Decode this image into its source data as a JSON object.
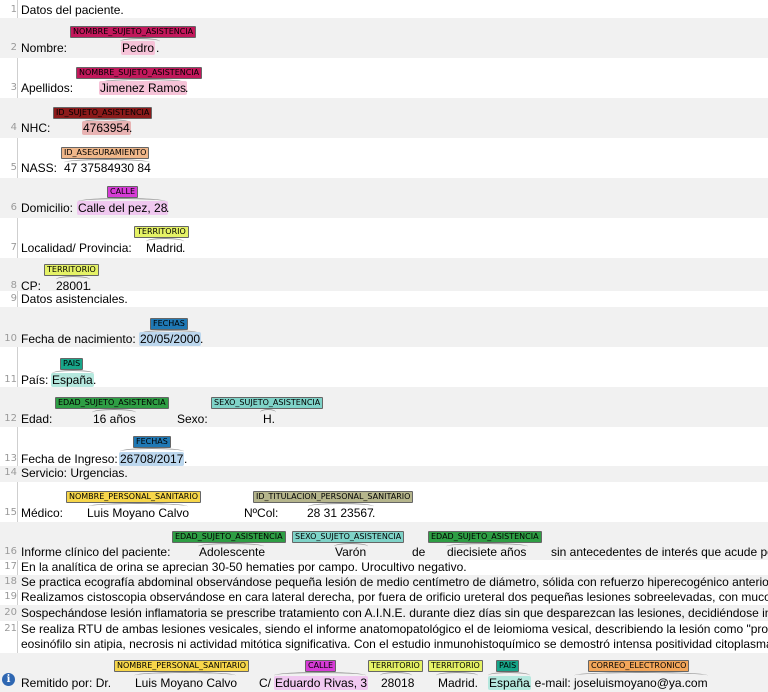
{
  "colors": {
    "nombre_sujeto": "#c2185b",
    "id_sujeto": "#8b1a1a",
    "id_aseguramiento": "#f0b78a",
    "calle": "#d63bd6",
    "territorio": "#e5f266",
    "fechas": "#1f78b4",
    "pais": "#17a589",
    "edad": "#2e9e44",
    "sexo": "#7fd3c8",
    "nombre_sanitario": "#f7d64a",
    "id_titulacion": "#b5b58c",
    "correo": "#f2a65a"
  },
  "lines": {
    "l1": {
      "num": "1",
      "text": "Datos del paciente."
    },
    "l2": {
      "num": "2",
      "label": "Nombre:",
      "label_tag": "NOMBRE_SUJETO_ASISTENCIA",
      "value": "Pedro",
      "suffix": "."
    },
    "l3": {
      "num": "3",
      "label": "Apellidos:",
      "label_tag": "NOMBRE_SUJETO_ASISTENCIA",
      "value": "Jimenez Ramos",
      "suffix": "."
    },
    "l4": {
      "num": "4",
      "label": "NHC:",
      "label_tag": "ID_SUJETO_ASISTENCIA",
      "value": "4763954",
      "suffix": "."
    },
    "l5": {
      "num": "5",
      "label": "NASS:",
      "label_tag": "ID_ASEGURAMIENTO",
      "value": "47 37584930 84",
      "suffix": "."
    },
    "l6": {
      "num": "6",
      "label": "Domicilio:",
      "label_tag": "CALLE",
      "value": "Calle del pez, 28",
      "suffix": "."
    },
    "l7": {
      "num": "7",
      "label": "Localidad/ Provincia:",
      "label_tag": "TERRITORIO",
      "value": "Madrid",
      "suffix": "."
    },
    "l8": {
      "num": "8",
      "label": "CP:",
      "label_tag": "TERRITORIO",
      "value": "28001",
      "suffix": "."
    },
    "l9": {
      "num": "9",
      "text": "Datos asistenciales."
    },
    "l10": {
      "num": "10",
      "label": "Fecha de nacimiento:",
      "label_tag": "FECHAS",
      "value": "20/05/2000",
      "suffix": "."
    },
    "l11": {
      "num": "11",
      "label": "País:",
      "label_tag": "PAIS",
      "value": "España",
      "suffix": "."
    },
    "l12": {
      "num": "12",
      "label": "Edad:",
      "label_tag": "EDAD_SUJETO_ASISTENCIA",
      "value": "16 años",
      "label2": "Sexo:",
      "label_tag2": "SEXO_SUJETO_ASISTENCIA",
      "value2": "H."
    },
    "l13": {
      "num": "13",
      "label": "Fecha de Ingreso:",
      "label_tag": "FECHAS",
      "value": "26708/2017",
      "suffix": "."
    },
    "l14": {
      "num": "14",
      "text": "Servicio: Urgencias."
    },
    "l15": {
      "num": "15",
      "label": "Médico:",
      "label_tag": "NOMBRE_PERSONAL_SANITARIO",
      "value": "Luis Moyano Calvo",
      "label2": "NºCol:",
      "label_tag2": "ID_TITULACION_PERSONAL_SANITARIO",
      "value2": "28 31 23567",
      "suffix2": "."
    },
    "l16": {
      "num": "16",
      "label": "Informe clínico del paciente:",
      "tag_a": "EDAD_SUJETO_ASISTENCIA",
      "val_a": "Adolescente",
      "tag_b": "SEXO_SUJETO_ASISTENCIA",
      "val_b": "Varón",
      "word_de": "de",
      "tag_c": "EDAD_SUJETO_ASISTENCIA",
      "val_c": "diecisiete años",
      "tail": "sin antecedentes de interés que acude po"
    },
    "l17": {
      "num": "17",
      "text": "En la analítica de orina se aprecian 30-50 hematies por campo. Urocultivo negativo."
    },
    "l18": {
      "num": "18",
      "text": "Se practica ecografía abdominal observándose pequeña lesión de medio centímetro de diámetro, sólida con refuerzo hiperecogénico anterior."
    },
    "l19": {
      "num": "19",
      "text": "Realizamos cistoscopia observándose en cara lateral derecha, por fuera de orificio ureteral dos pequeñas lesiones sobreelevadas, con mucos"
    },
    "l20": {
      "num": "20",
      "text": "Sospechándose lesión inflamatoria se prescribe tratamiento con A.I.N.E. durante diez días sin que desparezcan las lesiones, decidiéndose in"
    },
    "l21": {
      "num": "21",
      "text": "Se realiza RTU de ambas lesiones vesicales, siendo el informe anatomopatológico el de leiomioma vesical, describiendo la lesión como \"pro",
      "text2": "eosinófilo sin atipia, necrosis ni actividad mitótica significativa. Con el estudio inmunohistoquímico se demostró intensa positividad citoplasmá"
    },
    "l22": {
      "num": "22",
      "label": "Remitido por: Dr.",
      "tag_a": "NOMBRE_PERSONAL_SANITARIO",
      "val_a": "Luis Moyano Calvo",
      "word_c": "C/",
      "tag_b": "CALLE",
      "val_b": "Eduardo Rivas, 3",
      "tag_c": "TERRITORIO",
      "val_c": "28018",
      "tag_d": "TERRITORIO",
      "val_d": "Madrid.",
      "tag_e": "PAIS",
      "val_e": "España",
      "mid": ". e-mail:",
      "tag_f": "CORREO_ELECTRONICO",
      "val_f": "joseluismoyano@ya.com"
    }
  }
}
